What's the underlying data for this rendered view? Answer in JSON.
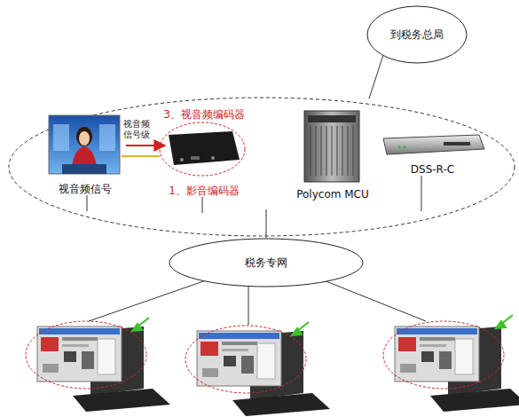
{
  "diagram": {
    "nodes": [
      {
        "text": [
          "到税务总局"
        ]
      },
      {
        "text": [
          "视音频信号"
        ]
      },
      {
        "text": [
          "3、视音频编码器",
          "1、影音编码器"
        ]
      },
      {
        "text": [
          "Polycom MCU"
        ]
      },
      {
        "text": [
          "DSS-R-C"
        ]
      },
      {
        "text": [
          "税务专网"
        ]
      }
    ],
    "edges": [
      {
        "from": 1,
        "to": 2,
        "label": "视音频信号级",
        "arrow": "to"
      }
    ]
  }
}
